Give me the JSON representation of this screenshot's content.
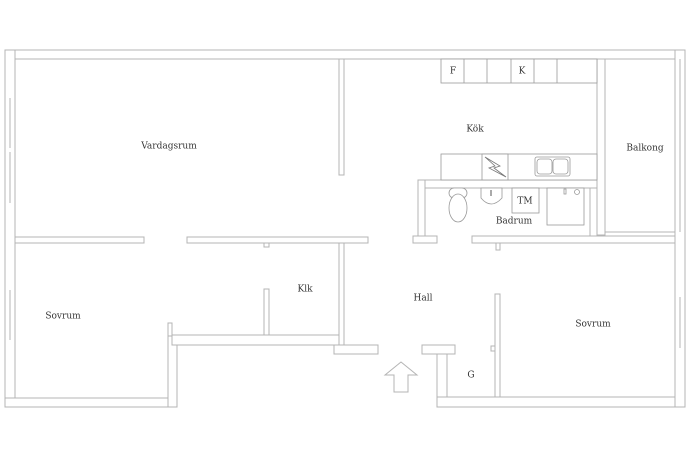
{
  "plan": {
    "rooms": {
      "living_room": "Vardagsrum",
      "kitchen": "Kök",
      "balcony": "Balkong",
      "bathroom": "Badrum",
      "washing_machine": "TM",
      "fridge": "F",
      "freezer": "K",
      "walk_in_closet": "Klk",
      "bedroom_left": "Sovrum",
      "hall": "Hall",
      "bedroom_right": "Sovrum",
      "wardrobe": "G"
    },
    "colors": {
      "wall": "#b4b4b4",
      "text": "#333333"
    }
  }
}
